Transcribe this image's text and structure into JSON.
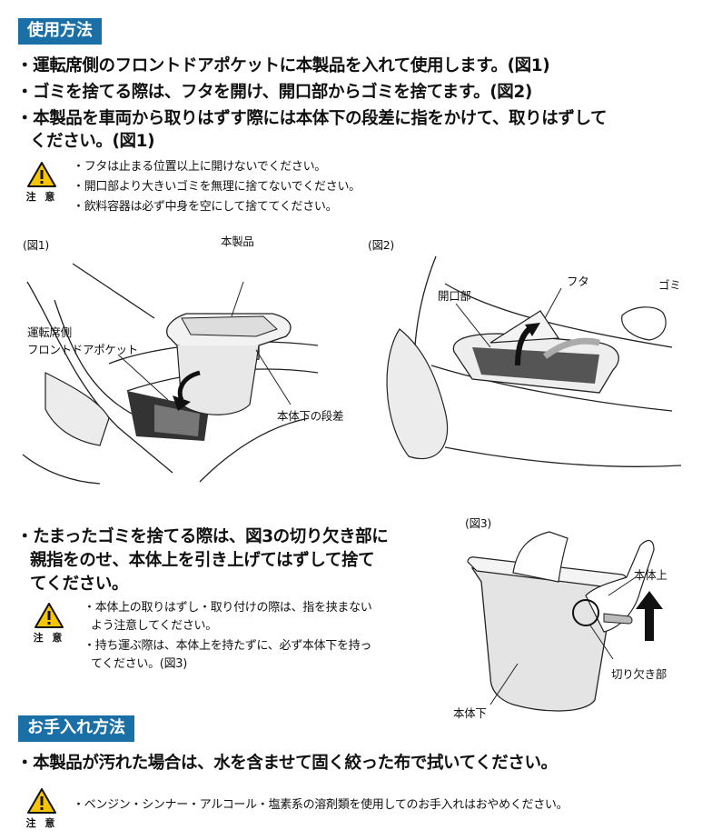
{
  "usage": {
    "header": "使用方法",
    "bullets": [
      "・運転席側のフロントドアポケットに本製品を入れて使用します。(図1)",
      "・ゴミを捨てる際は、フタを開け、開口部からゴミを捨てます。(図2)",
      "・本製品を車両から取りはずす際には本体下の段差に指をかけて、取りはずして",
      "ください。(図1)"
    ],
    "caution_label": "注 意",
    "cautions": [
      "・フタは止まる位置以上に開けないでください。",
      "・開口部より大きいゴミを無理に捨てないでください。",
      "・飲料容器は必ず中身を空にして捨ててください。"
    ]
  },
  "figures": {
    "fig1": {
      "label": "(図1)",
      "product": "本製品",
      "pocket_line1": "運転席側",
      "pocket_line2": "フロントドアポケット",
      "step": "本体下の段差"
    },
    "fig2": {
      "label": "(図2)",
      "opening": "開口部",
      "lid": "フタ",
      "trash": "ゴミ"
    },
    "fig3": {
      "label": "(図3)",
      "upper": "本体上",
      "notch": "切り欠き部",
      "lower": "本体下"
    }
  },
  "disposal": {
    "lines": [
      "・たまったゴミを捨てる際は、図3の切り欠き部に",
      "親指をのせ、本体上を引き上げてはずして捨て",
      "てください。"
    ],
    "caution_label": "注 意",
    "cautions": [
      "・本体上の取りはずし・取り付けの際は、指を挟まない",
      "よう注意してください。",
      "・持ち運ぶ際は、本体上を持たずに、必ず本体下を持っ",
      "てください。(図3)"
    ]
  },
  "care": {
    "header": "お手入れ方法",
    "bullet": "・本製品が汚れた場合は、水を含ませて固く絞った布で拭いてください。",
    "caution_label": "注 意",
    "caution": "・ベンジン・シンナー・アルコール・塩素系の溶剤類を使用してのお手入れはおやめください。"
  },
  "colors": {
    "header_bg": "#1a6fa6",
    "warning_yellow": "#f6c500"
  }
}
